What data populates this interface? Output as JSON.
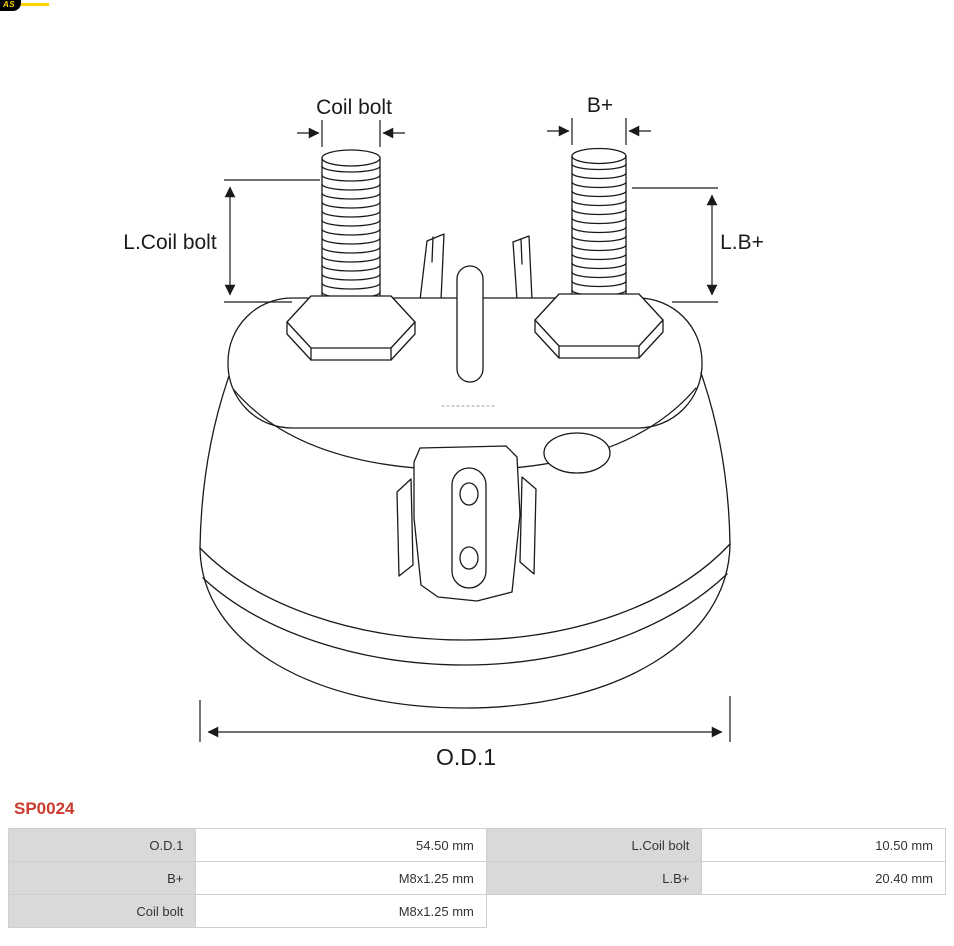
{
  "logo": {
    "text": "AS"
  },
  "part_number": "SP0024",
  "diagram": {
    "labels": {
      "coil_bolt": "Coil bolt",
      "b_plus": "B+",
      "l_coil_bolt": "L.Coil bolt",
      "l_b_plus": "L.B+",
      "od1": "O.D.1"
    }
  },
  "table": {
    "rows": [
      {
        "cells": [
          {
            "label": "O.D.1",
            "value": "54.50 mm"
          },
          {
            "label": "L.Coil bolt",
            "value": "10.50 mm"
          }
        ]
      },
      {
        "cells": [
          {
            "label": "B+",
            "value": "M8x1.25 mm"
          },
          {
            "label": "L.B+",
            "value": "20.40 mm"
          }
        ]
      },
      {
        "cells": [
          {
            "label": "Coil bolt",
            "value": "M8x1.25 mm"
          },
          {
            "label": "",
            "value": ""
          }
        ]
      }
    ]
  },
  "colors": {
    "part_number": "#cc3a2e",
    "label_bg": "#d9d9d9",
    "logo_bg": "#000000",
    "logo_fg": "#ffd500",
    "line": "#1a1a1a"
  }
}
